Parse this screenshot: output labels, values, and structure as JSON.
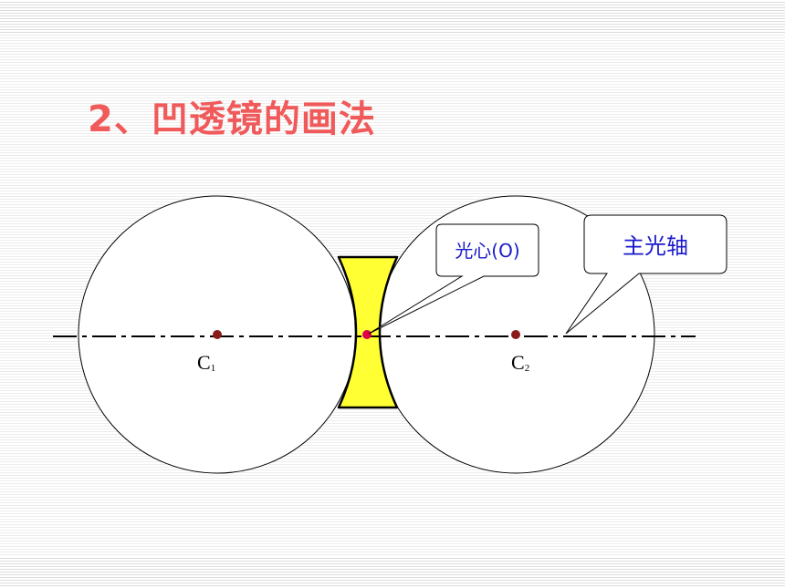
{
  "title": "2、凹透镜的画法",
  "labels": {
    "c1": "C",
    "c1_sub": "1",
    "c2": "C",
    "c2_sub": "2",
    "optical_center_callout": "光心(O)",
    "principal_axis_callout": "主光轴"
  },
  "colors": {
    "title": "#f05a5a",
    "lens_fill": "#ffff33",
    "callout_text": "#1a1acc",
    "point": "#8b1a1a",
    "optical_center_point": "#e0004a"
  }
}
